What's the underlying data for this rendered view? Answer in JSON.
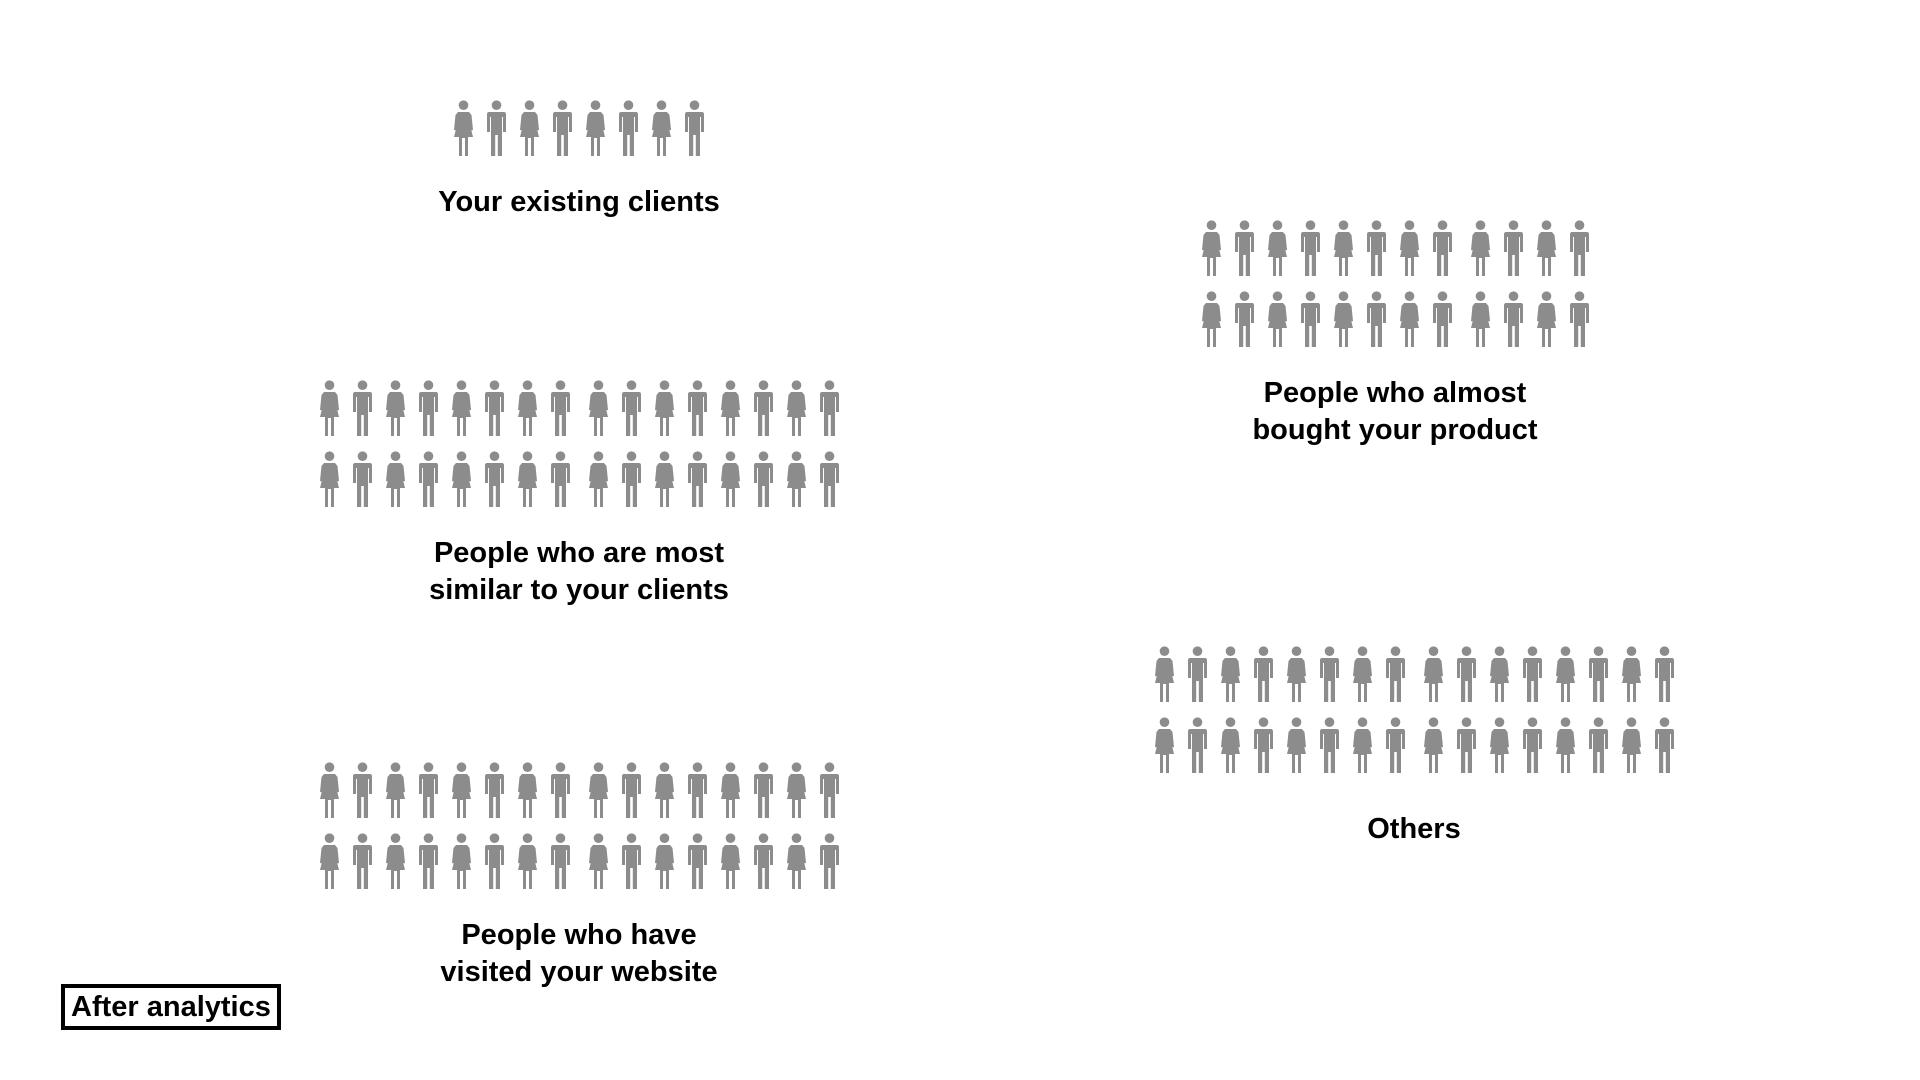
{
  "slide": {
    "tag": "After analytics",
    "figure_color": "#8c8c8c",
    "groups": [
      {
        "id": "existing-clients",
        "label_lines": [
          "Your existing clients"
        ],
        "figure_rows": 1,
        "figures_per_row": 8
      },
      {
        "id": "almost-bought",
        "label_lines": [
          "People who almost",
          "bought your product"
        ],
        "figure_rows": 2,
        "figures_per_row": 12
      },
      {
        "id": "most-similar",
        "label_lines": [
          "People who are most",
          "similar to your clients"
        ],
        "figure_rows": 2,
        "figures_per_row": 16
      },
      {
        "id": "others",
        "label_lines": [
          "Others"
        ],
        "figure_rows": 2,
        "figures_per_row": 16
      },
      {
        "id": "visited-website",
        "label_lines": [
          "People who have",
          "visited your website"
        ],
        "figure_rows": 2,
        "figures_per_row": 16
      }
    ]
  }
}
